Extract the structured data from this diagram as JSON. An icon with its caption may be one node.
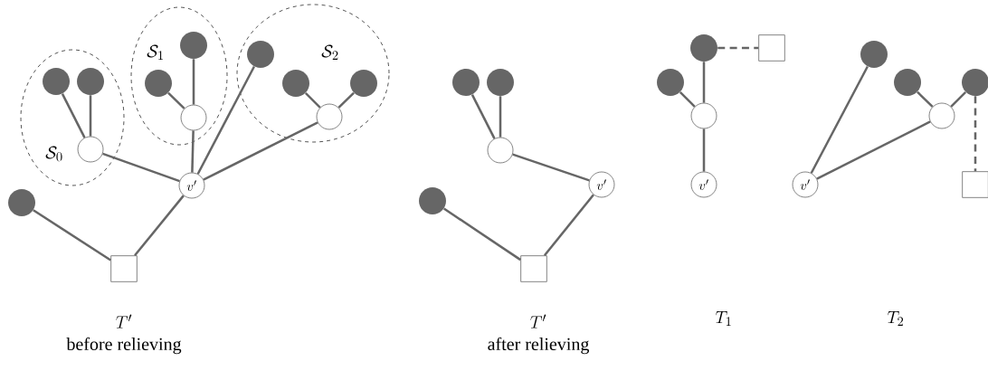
{
  "diagram": {
    "nodes": [
      {
        "text": [
          "\\mathcal{S}_0"
        ]
      },
      {
        "text": [],
        "shape": "circle",
        "in": 0
      },
      {
        "text": [],
        "shape": "circle",
        "in": 0
      },
      {
        "text": [],
        "shape": "circle",
        "in": 0
      },
      {
        "text": [
          "\\mathcal{S}_1"
        ]
      },
      {
        "text": [],
        "shape": "circle",
        "in": 4
      },
      {
        "text": [],
        "shape": "circle",
        "in": 4
      },
      {
        "text": [],
        "shape": "circle",
        "in": 4
      },
      {
        "text": [
          "\\mathcal{S}_2"
        ]
      },
      {
        "text": [],
        "shape": "circle",
        "in": 8
      },
      {
        "text": [],
        "shape": "circle",
        "in": 8
      },
      {
        "text": [],
        "shape": "circle",
        "in": 8
      },
      {
        "text": [],
        "shape": "circle",
        "in": 8
      },
      {
        "text": [
          "v'"
        ]
      },
      {
        "text": [],
        "shape": "circle"
      },
      {
        "text": [],
        "shape": "box"
      },
      {
        "text": [],
        "shape": "circle"
      },
      {
        "text": [],
        "shape": "circle"
      },
      {
        "text": [],
        "shape": "circle"
      },
      {
        "text": [
          "v'"
        ]
      },
      {
        "text": [],
        "shape": "circle"
      },
      {
        "text": [],
        "shape": "box"
      },
      {
        "text": [],
        "shape": "circle"
      },
      {
        "text": [],
        "shape": "box"
      },
      {
        "text": [],
        "shape": "circle"
      },
      {
        "text": [],
        "shape": "circle"
      },
      {
        "text": [
          "v'"
        ]
      },
      {
        "text": [],
        "shape": "circle"
      },
      {
        "text": [],
        "shape": "circle"
      },
      {
        "text": [],
        "shape": "circle"
      },
      {
        "text": [],
        "shape": "circle"
      },
      {
        "text": [
          "v'"
        ]
      },
      {
        "text": [],
        "shape": "box"
      }
    ],
    "edges": [
      {
        "from": 1,
        "to": 3,
        "arrow": "none"
      },
      {
        "from": 2,
        "to": 3,
        "arrow": "none"
      },
      {
        "from": 3,
        "to": 13,
        "arrow": "none"
      },
      {
        "from": 5,
        "to": 7,
        "arrow": "none"
      },
      {
        "from": 6,
        "to": 7,
        "arrow": "none"
      },
      {
        "from": 7,
        "to": 13,
        "arrow": "none"
      },
      {
        "from": 12,
        "to": 13,
        "arrow": "none"
      },
      {
        "from": 9,
        "to": 11,
        "arrow": "none"
      },
      {
        "from": 10,
        "to": 11,
        "arrow": "none"
      },
      {
        "from": 11,
        "to": 13,
        "arrow": "none"
      },
      {
        "from": 13,
        "to": 15,
        "arrow": "none"
      },
      {
        "from": 14,
        "to": 15,
        "arrow": "none"
      },
      {
        "from": 16,
        "to": 18,
        "arrow": "none"
      },
      {
        "from": 17,
        "to": 18,
        "arrow": "none"
      },
      {
        "from": 18,
        "to": 19,
        "arrow": "none"
      },
      {
        "from": 19,
        "to": 21,
        "arrow": "none"
      },
      {
        "from": 20,
        "to": 21,
        "arrow": "none"
      },
      {
        "from": 22,
        "to": 25,
        "arrow": "none"
      },
      {
        "from": 24,
        "to": 25,
        "arrow": "none"
      },
      {
        "from": 25,
        "to": 26,
        "arrow": "none"
      },
      {
        "from": 22,
        "to": 23,
        "arrow": "none",
        "style": "dashed"
      },
      {
        "from": 27,
        "to": 31,
        "arrow": "none"
      },
      {
        "from": 28,
        "to": 30,
        "arrow": "none"
      },
      {
        "from": 29,
        "to": 30,
        "arrow": "none"
      },
      {
        "from": 30,
        "to": 31,
        "arrow": "none"
      },
      {
        "from": 29,
        "to": 32,
        "arrow": "none",
        "style": "dashed"
      }
    ],
    "labels": [
      "T'",
      "before relieving",
      "T'",
      "after relieving",
      "T_1",
      "T_2"
    ]
  }
}
